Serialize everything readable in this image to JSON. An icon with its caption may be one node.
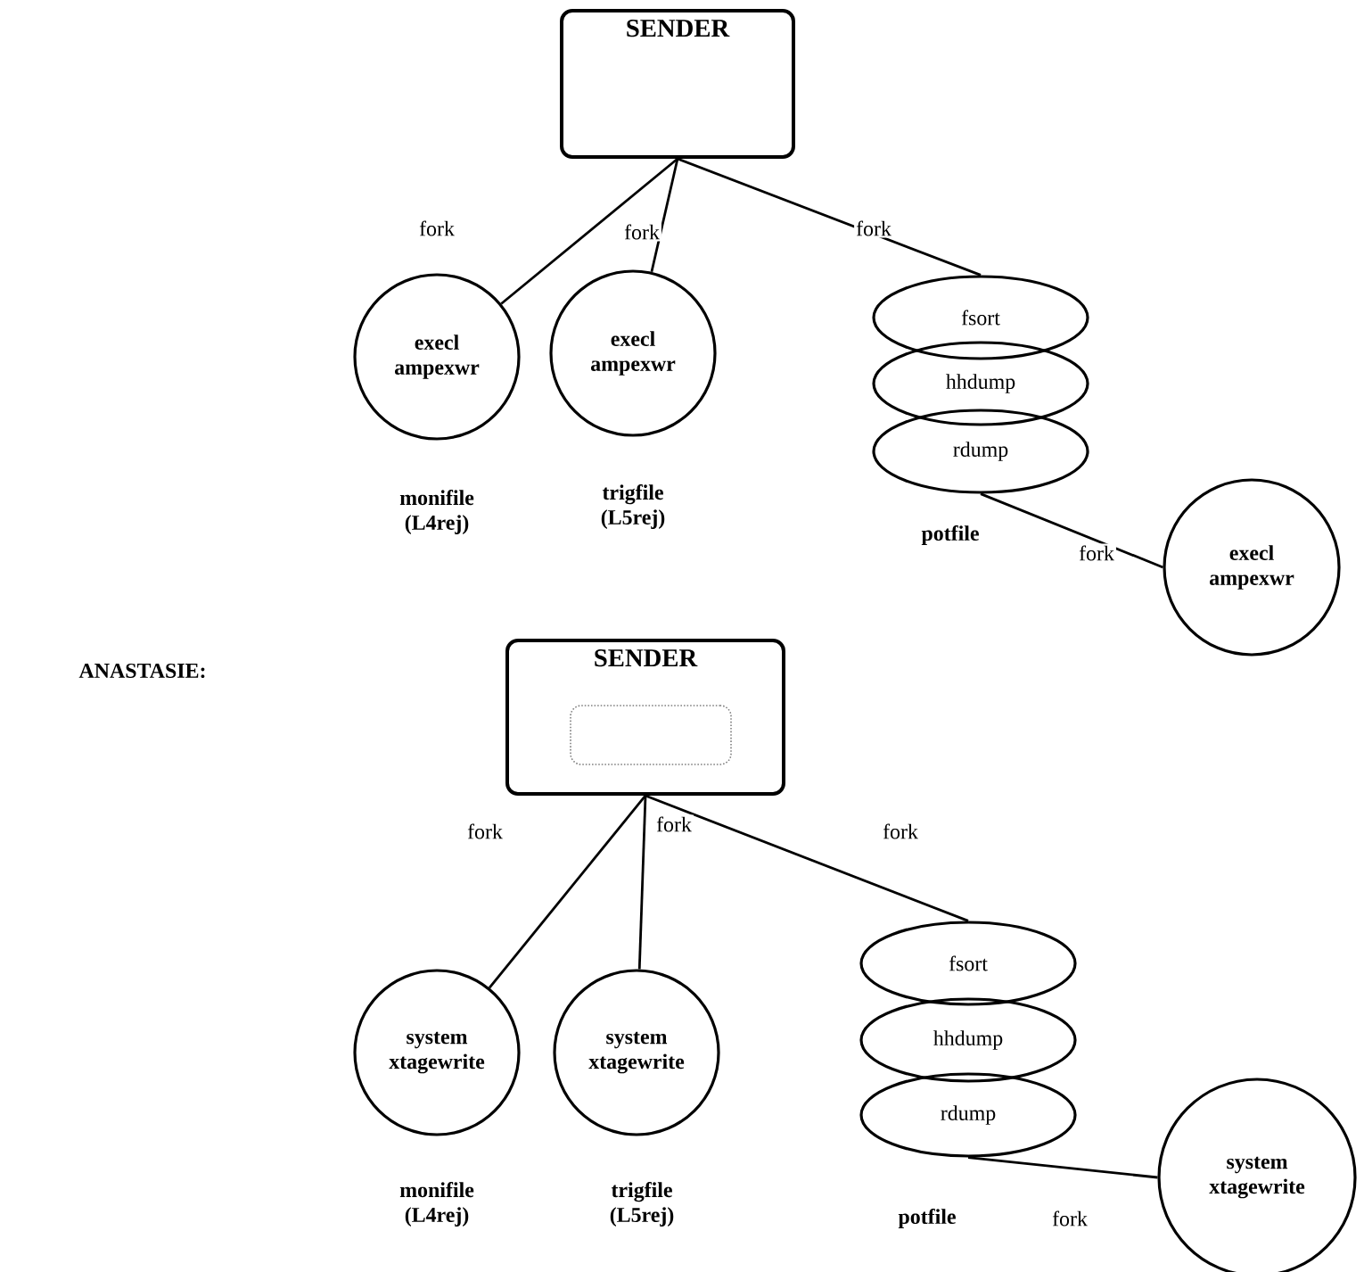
{
  "diagram": {
    "nodes": [
      {
        "text": [
          "SENDER"
        ]
      },
      {
        "text": [
          "execl ampexwr"
        ],
        "beside": [
          "monifile (L4rej)"
        ]
      },
      {
        "text": [
          "execl ampexwr"
        ],
        "beside": [
          "trigfile (L5rej)"
        ]
      },
      {
        "text": [
          "fsort"
        ]
      },
      {
        "text": [
          "hhdump"
        ]
      },
      {
        "text": [
          "rdump"
        ],
        "beside": [
          "potfile"
        ]
      },
      {
        "text": [
          "execl ampexwr"
        ]
      },
      {
        "text": [
          "SENDER"
        ]
      },
      {
        "text": [],
        "shape": "box",
        "in": 7
      },
      {
        "text": [
          "system xtagewrite"
        ],
        "beside": [
          "monifile (L4rej)"
        ]
      },
      {
        "text": [
          "system xtagewrite"
        ],
        "beside": [
          "trigfile (L5rej)"
        ]
      },
      {
        "text": [
          "fsort"
        ]
      },
      {
        "text": [
          "hhdump"
        ]
      },
      {
        "text": [
          "rdump"
        ],
        "beside": [
          "potfile"
        ]
      },
      {
        "text": [
          "system xtagewrite"
        ]
      }
    ],
    "edges": [
      {
        "from": 0,
        "to": 1,
        "arrow": "none",
        "label": "fork"
      },
      {
        "from": 0,
        "to": 2,
        "arrow": "none",
        "label": "fork"
      },
      {
        "from": 0,
        "to": 3,
        "arrow": "none",
        "label": "fork"
      },
      {
        "from": 5,
        "to": 6,
        "arrow": "none",
        "label": "fork"
      },
      {
        "from": 7,
        "to": 9,
        "arrow": "none",
        "label": "fork"
      },
      {
        "from": 7,
        "to": 10,
        "arrow": "none",
        "label": "fork"
      },
      {
        "from": 7,
        "to": 11,
        "arrow": "none",
        "label": "fork"
      },
      {
        "from": 13,
        "to": 14,
        "arrow": "none",
        "label": "fork"
      }
    ],
    "labels": [
      "ANASTASIE:"
    ]
  }
}
